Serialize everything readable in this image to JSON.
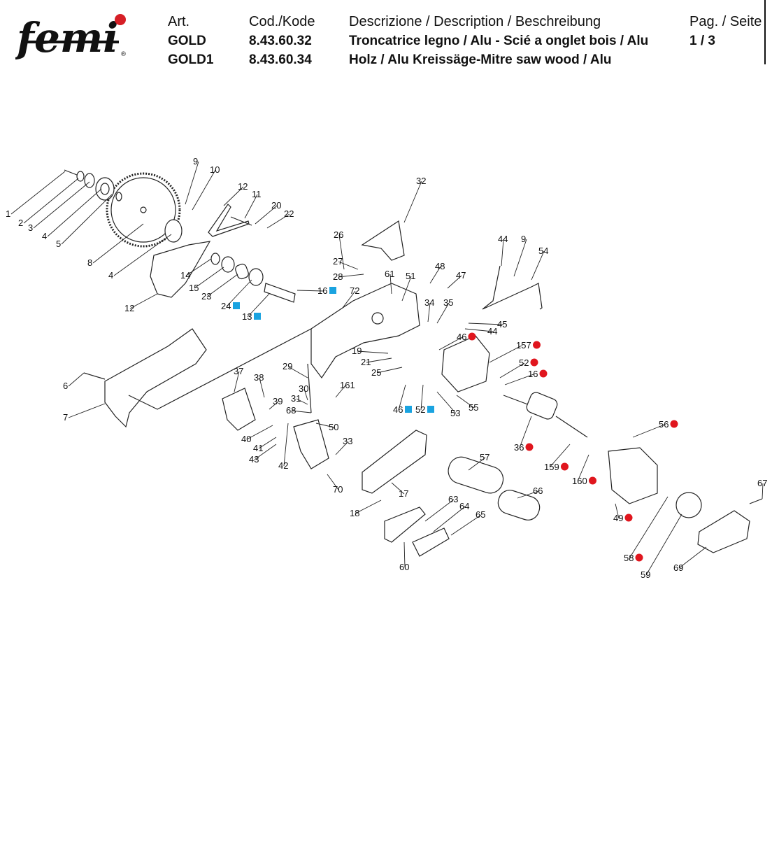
{
  "header": {
    "logo_text": "femi",
    "logo_mark": "®",
    "art_label": "Art.",
    "art_values": [
      "GOLD",
      "GOLD1"
    ],
    "code_label": "Cod./Kode",
    "code_values": [
      "8.43.60.32",
      "8.43.60.34"
    ],
    "desc_label": "Descrizione / Description / Beschreibung",
    "desc_values": [
      "Troncatrice legno / Alu - Scié a onglet bois / Alu",
      "Holz / Alu Kreissäge-Mitre saw wood / Alu"
    ],
    "page_label": "Pag. / Seite",
    "page_value": "1 / 3"
  },
  "colors": {
    "brand_red": "#d61f26",
    "marker_red": "#e0161e",
    "marker_blue": "#1aa3e0",
    "ink": "#111111"
  },
  "callouts": [
    {
      "id": "c1",
      "text": "1",
      "marker": "none"
    },
    {
      "id": "c2",
      "text": "2",
      "marker": "none"
    },
    {
      "id": "c3",
      "text": "3",
      "marker": "none"
    },
    {
      "id": "c4a",
      "text": "4",
      "marker": "none"
    },
    {
      "id": "c5",
      "text": "5",
      "marker": "none"
    },
    {
      "id": "c8",
      "text": "8",
      "marker": "none"
    },
    {
      "id": "c4b",
      "text": "4",
      "marker": "none"
    },
    {
      "id": "c9a",
      "text": "9",
      "marker": "none"
    },
    {
      "id": "c10",
      "text": "10",
      "marker": "none"
    },
    {
      "id": "c12a",
      "text": "12",
      "marker": "none"
    },
    {
      "id": "c11",
      "text": "11",
      "marker": "none"
    },
    {
      "id": "c20",
      "text": "20",
      "marker": "none"
    },
    {
      "id": "c22",
      "text": "22",
      "marker": "none"
    },
    {
      "id": "c14",
      "text": "14",
      "marker": "none"
    },
    {
      "id": "c15",
      "text": "15",
      "marker": "none"
    },
    {
      "id": "c23",
      "text": "23",
      "marker": "none"
    },
    {
      "id": "c24",
      "text": "24",
      "marker": "blue"
    },
    {
      "id": "c13",
      "text": "13",
      "marker": "blue"
    },
    {
      "id": "c16a",
      "text": "16",
      "marker": "blue"
    },
    {
      "id": "c12b",
      "text": "12",
      "marker": "none"
    },
    {
      "id": "c32",
      "text": "32",
      "marker": "none"
    },
    {
      "id": "c26",
      "text": "26",
      "marker": "none"
    },
    {
      "id": "c27",
      "text": "27",
      "marker": "none"
    },
    {
      "id": "c28",
      "text": "28",
      "marker": "none"
    },
    {
      "id": "c72",
      "text": "72",
      "marker": "none"
    },
    {
      "id": "c61",
      "text": "61",
      "marker": "none"
    },
    {
      "id": "c51",
      "text": "51",
      "marker": "none"
    },
    {
      "id": "c48",
      "text": "48",
      "marker": "none"
    },
    {
      "id": "c47",
      "text": "47",
      "marker": "none"
    },
    {
      "id": "c44a",
      "text": "44",
      "marker": "none"
    },
    {
      "id": "c9b",
      "text": "9",
      "marker": "none"
    },
    {
      "id": "c54",
      "text": "54",
      "marker": "none"
    },
    {
      "id": "c34",
      "text": "34",
      "marker": "none"
    },
    {
      "id": "c35",
      "text": "35",
      "marker": "none"
    },
    {
      "id": "c45",
      "text": "45",
      "marker": "none"
    },
    {
      "id": "c44b",
      "text": "44",
      "marker": "none"
    },
    {
      "id": "c46a",
      "text": "46",
      "marker": "red"
    },
    {
      "id": "c157",
      "text": "157",
      "marker": "red"
    },
    {
      "id": "c52a",
      "text": "52",
      "marker": "red"
    },
    {
      "id": "c16b",
      "text": "16",
      "marker": "red"
    },
    {
      "id": "c19",
      "text": "19",
      "marker": "none"
    },
    {
      "id": "c21",
      "text": "21",
      "marker": "none"
    },
    {
      "id": "c25",
      "text": "25",
      "marker": "none"
    },
    {
      "id": "c6",
      "text": "6",
      "marker": "none"
    },
    {
      "id": "c7",
      "text": "7",
      "marker": "none"
    },
    {
      "id": "c37",
      "text": "37",
      "marker": "none"
    },
    {
      "id": "c38",
      "text": "38",
      "marker": "none"
    },
    {
      "id": "c39",
      "text": "39",
      "marker": "none"
    },
    {
      "id": "c29",
      "text": "29",
      "marker": "none"
    },
    {
      "id": "c30",
      "text": "30",
      "marker": "none"
    },
    {
      "id": "c31",
      "text": "31",
      "marker": "none"
    },
    {
      "id": "c161",
      "text": "161",
      "marker": "none"
    },
    {
      "id": "c68",
      "text": "68",
      "marker": "none"
    },
    {
      "id": "c50",
      "text": "50",
      "marker": "none"
    },
    {
      "id": "c40",
      "text": "40",
      "marker": "none"
    },
    {
      "id": "c41",
      "text": "41",
      "marker": "none"
    },
    {
      "id": "c43",
      "text": "43",
      "marker": "none"
    },
    {
      "id": "c42",
      "text": "42",
      "marker": "none"
    },
    {
      "id": "c33",
      "text": "33",
      "marker": "none"
    },
    {
      "id": "c70",
      "text": "70",
      "marker": "none"
    },
    {
      "id": "c46b",
      "text": "46",
      "marker": "blue"
    },
    {
      "id": "c52b",
      "text": "52",
      "marker": "blue"
    },
    {
      "id": "c53",
      "text": "53",
      "marker": "none"
    },
    {
      "id": "c55",
      "text": "55",
      "marker": "none"
    },
    {
      "id": "c36",
      "text": "36",
      "marker": "red"
    },
    {
      "id": "c56",
      "text": "56",
      "marker": "red"
    },
    {
      "id": "c159",
      "text": "159",
      "marker": "red"
    },
    {
      "id": "c160",
      "text": "160",
      "marker": "red"
    },
    {
      "id": "c49",
      "text": "49",
      "marker": "red"
    },
    {
      "id": "c58",
      "text": "58",
      "marker": "red"
    },
    {
      "id": "c59",
      "text": "59",
      "marker": "none"
    },
    {
      "id": "c69",
      "text": "69",
      "marker": "none"
    },
    {
      "id": "c67",
      "text": "67",
      "marker": "none"
    },
    {
      "id": "c57",
      "text": "57",
      "marker": "none"
    },
    {
      "id": "c66",
      "text": "66",
      "marker": "none"
    },
    {
      "id": "c17",
      "text": "17",
      "marker": "none"
    },
    {
      "id": "c18",
      "text": "18",
      "marker": "none"
    },
    {
      "id": "c63",
      "text": "63",
      "marker": "none"
    },
    {
      "id": "c64",
      "text": "64",
      "marker": "none"
    },
    {
      "id": "c65",
      "text": "65",
      "marker": "none"
    },
    {
      "id": "c60",
      "text": "60",
      "marker": "none"
    }
  ]
}
